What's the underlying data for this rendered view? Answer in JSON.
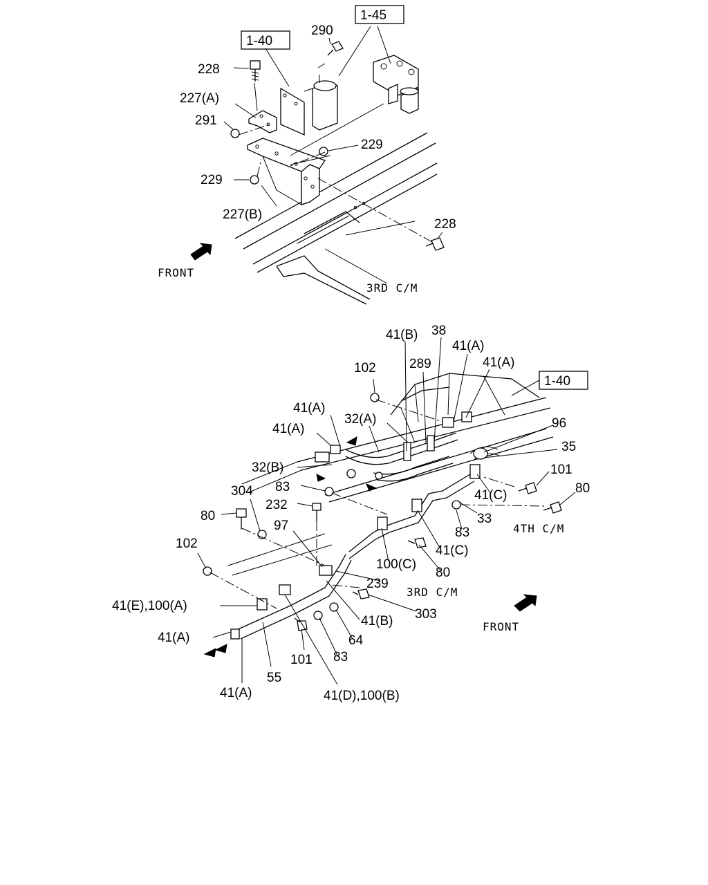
{
  "upper_view": {
    "refs": {
      "ref_1_40": "1-40",
      "ref_1_45": "1-45"
    },
    "labels": {
      "p290": "290",
      "p228_top": "228",
      "p227a": "227(A)",
      "p291": "291",
      "p229_right": "229",
      "p229_left": "229",
      "p227b": "227(B)",
      "p228_bottom": "228"
    },
    "front": "FRONT",
    "crossmember": "3RD C/M"
  },
  "lower_view": {
    "refs": {
      "ref_1_40": "1-40"
    },
    "labels": {
      "p41b_top": "41(B)",
      "p38": "38",
      "p41a_top1": "41(A)",
      "p289": "289",
      "p41a_top2": "41(A)",
      "p102_top": "102",
      "p41a_left1": "41(A)",
      "p32a": "32(A)",
      "p41a_left2": "41(A)",
      "p96": "96",
      "p35": "35",
      "p32b": "32(B)",
      "p101_right": "101",
      "p83_a": "83",
      "p304": "304",
      "p80_right": "80",
      "p41c_right": "41(C)",
      "p232": "232",
      "p33": "33",
      "p80_left": "80",
      "p97": "97",
      "p83_b": "83",
      "p41c_mid": "41(C)",
      "p102_left": "102",
      "p100c": "100(C)",
      "p80_mid": "80",
      "p239": "239",
      "p41e_100a": "41(E),100(A)",
      "p303": "303",
      "p41b_bottom": "41(B)",
      "p41a_bottom1": "41(A)",
      "p64": "64",
      "p101_bottom": "101",
      "p83_c": "83",
      "p55": "55",
      "p41a_bottom2": "41(A)",
      "p41d_100b": "41(D),100(B)"
    },
    "front": "FRONT",
    "crossmember_3rd": "3RD C/M",
    "crossmember_4th": "4TH C/M"
  }
}
